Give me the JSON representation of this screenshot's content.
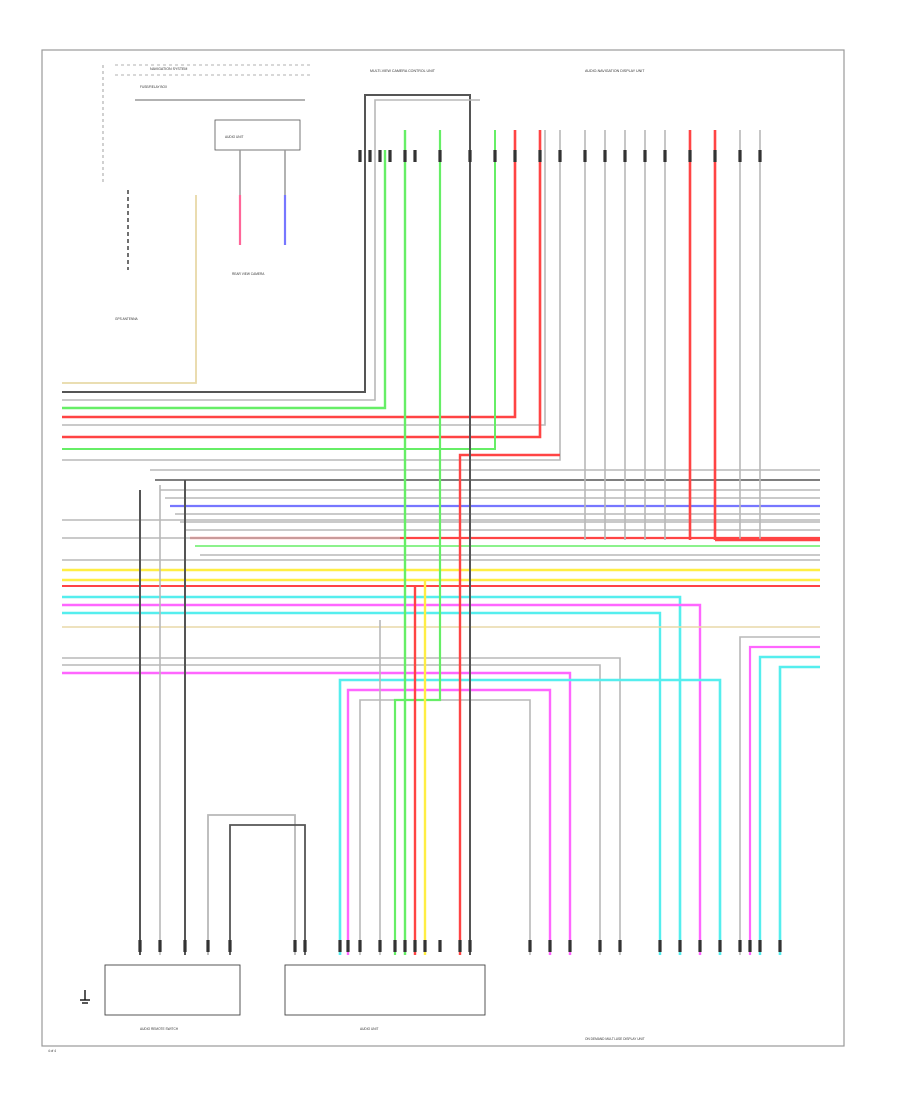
{
  "diagram": {
    "title": "2014 Acura RLX Navigation System Wiring Diagram",
    "page_number": "4 of 4"
  },
  "labels": {
    "top_left_note": "NAVIGATION SYSTEM",
    "fuse_note": "FUSE/RELAY BOX",
    "sub_block": "AUDIO UNIT",
    "antenna_label": "GPS ANTENNA",
    "rear_cam": "REAR VIEW CAMERA",
    "top_center_conn": "MULTI-VIEW CAMERA CONTROL UNIT",
    "top_right_conn": "AUDIO-NAVIGATION DISPLAY UNIT",
    "bottom_left_module": "AUDIO REMOTE SWITCH",
    "bottom_center_module": "AUDIO UNIT",
    "bottom_right_module": "ON DEMAND MULTI-USE DISPLAY UNIT"
  },
  "colors": {
    "green": "#66ee66",
    "red": "#ff4444",
    "blue": "#7777ff",
    "yellow": "#ffee44",
    "cyan": "#55eeee",
    "magenta": "#ff66ff",
    "gray": "#b8b8b8",
    "dark": "#555555",
    "tan": "#e8d9a8"
  }
}
